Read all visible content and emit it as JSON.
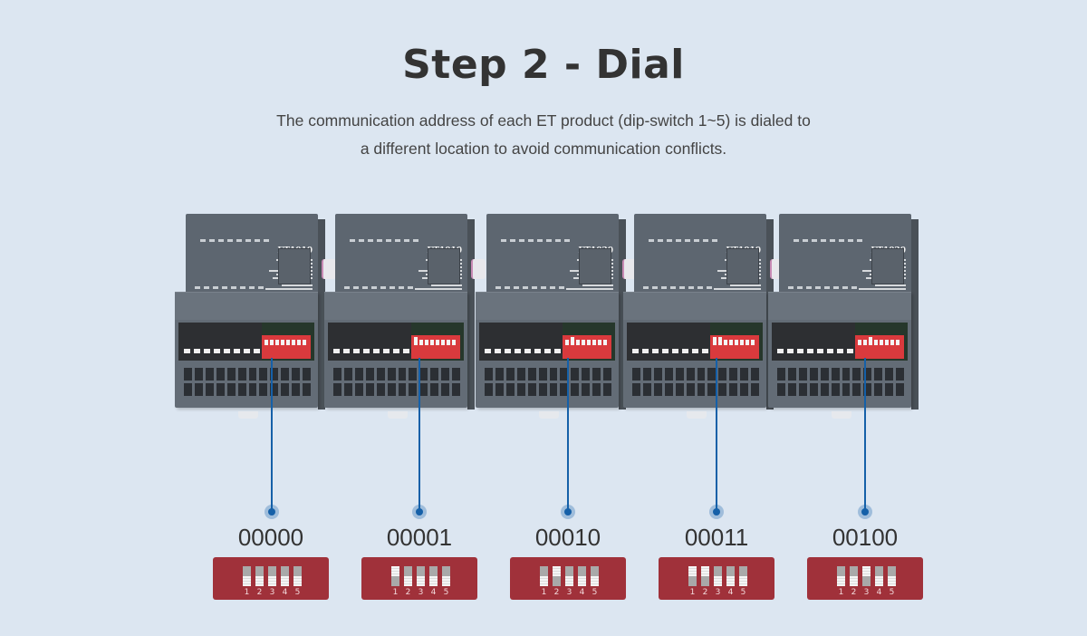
{
  "header": {
    "title": "Step 2 - Dial",
    "subtitle_line1": "The communication address of each ET product (dip-switch 1~5) is dialed to",
    "subtitle_line2": "a different location to avoid communication conflicts."
  },
  "colors": {
    "background": "#dce6f1",
    "connector": "#1560a8",
    "dip_card": "#a0313a",
    "module_dip": "#d93a3d"
  },
  "modules": [
    {
      "model": "ET1010",
      "address": "00000",
      "switches": [
        false,
        false,
        false,
        false,
        false
      ]
    },
    {
      "model": "ET1010",
      "address": "00001",
      "switches": [
        true,
        false,
        false,
        false,
        false
      ]
    },
    {
      "model": "ET1020",
      "address": "00010",
      "switches": [
        false,
        true,
        false,
        false,
        false
      ]
    },
    {
      "model": "ET1010",
      "address": "00011",
      "switches": [
        true,
        true,
        false,
        false,
        false
      ]
    },
    {
      "model": "ET1020",
      "address": "00100",
      "switches": [
        false,
        false,
        true,
        false,
        false
      ]
    }
  ],
  "switch_numbers": [
    "1",
    "2",
    "3",
    "4",
    "5"
  ]
}
